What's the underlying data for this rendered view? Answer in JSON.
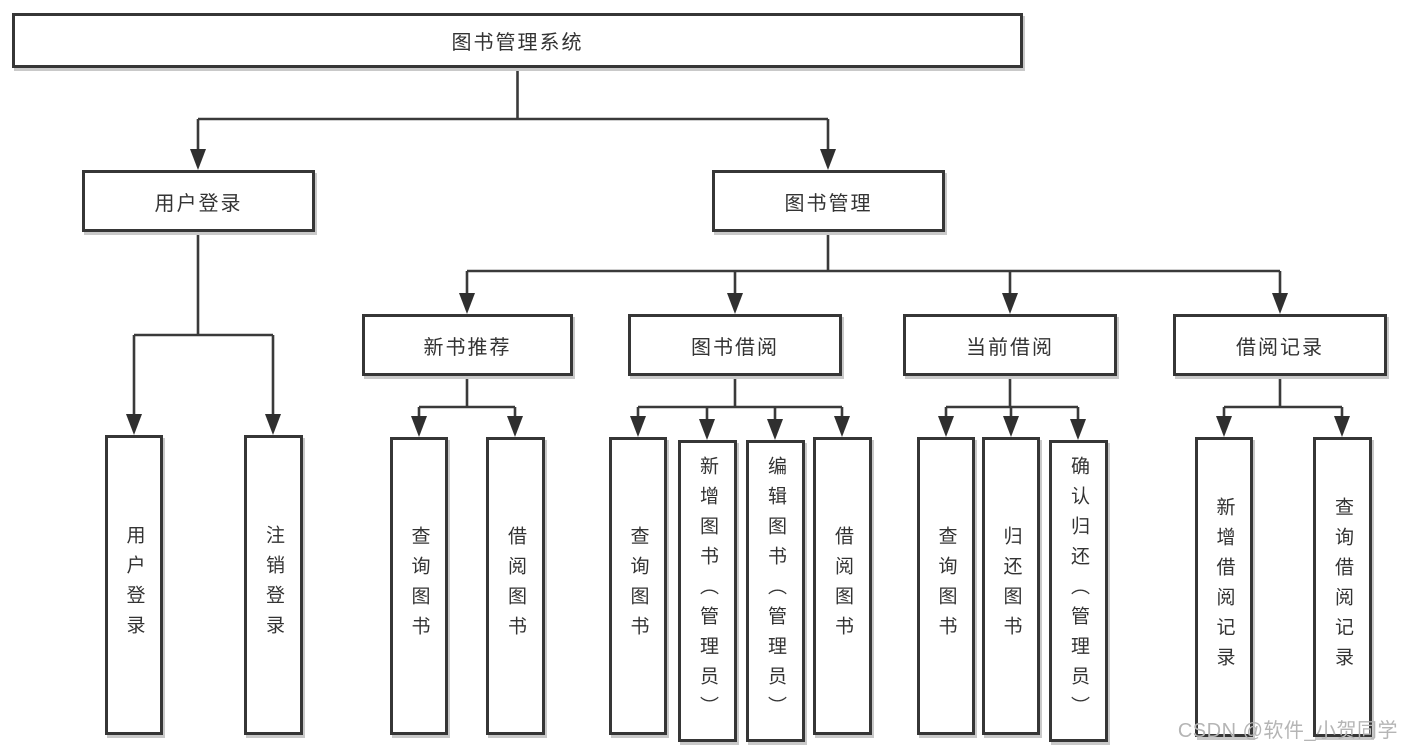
{
  "diagram": {
    "title": "图书管理系统",
    "level2": {
      "user_login": "用户登录",
      "book_mgmt": "图书管理"
    },
    "level3": {
      "new_book_rec": "新书推荐",
      "book_borrow": "图书借阅",
      "current_borrow": "当前借阅",
      "borrow_records": "借阅记录"
    },
    "leaves": {
      "user_login": "用户登录",
      "logout": "注销登录",
      "rec_query_book": "查询图书",
      "rec_borrow_book": "借阅图书",
      "bb_query_book": "查询图书",
      "bb_add_book": "新增图书（管理员）",
      "bb_edit_book": "编辑图书（管理员）",
      "bb_borrow_book": "借阅图书",
      "cb_query_book": "查询图书",
      "cb_return_book": "归还图书",
      "cb_confirm_return": "确认归还（管理员）",
      "br_add_record": "新增借阅记录",
      "br_query_record": "查询借阅记录"
    }
  },
  "watermark": "CSDN @软件_小贺同学",
  "colors": {
    "line": "#3a3a3a",
    "border": "#363636",
    "text": "#333333",
    "watermark": "#b5b5b5"
  }
}
